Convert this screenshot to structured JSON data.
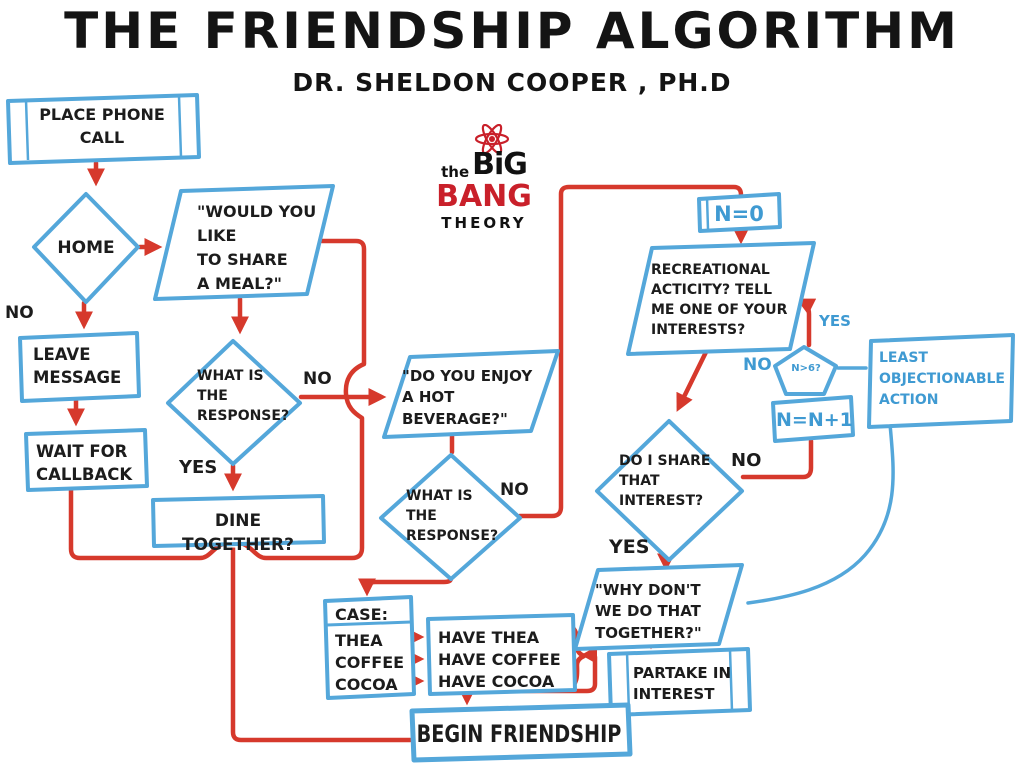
{
  "title": "THE FRIENDSHIP ALGORITHM",
  "subtitle": "DR. SHELDON COOPER , PH.D",
  "logo": {
    "the": "the",
    "big": "BiG",
    "bang": "BANG",
    "theory": "THEORY"
  },
  "colors": {
    "shape_blue": "#54a7da",
    "arrow_red": "#d6392c",
    "text_black": "#1c1c1c",
    "blue_text": "#3f9ad2",
    "logo_red": "#c9202a"
  },
  "nodes": {
    "place_phone_call": {
      "label": "PLACE PHONE\nCALL"
    },
    "home": {
      "label": "HOME"
    },
    "would_you_like": {
      "label": "\"WOULD YOU\nLIKE\nTO SHARE\nA MEAL?\""
    },
    "leave_message": {
      "label": "LEAVE\nMESSAGE"
    },
    "wait_for_callback": {
      "label": "WAIT FOR\nCALLBACK"
    },
    "response_1": {
      "label": "WHAT IS\nTHE\nRESPONSE?"
    },
    "dine_together": {
      "label": "DINE TOGETHER?"
    },
    "hot_beverage": {
      "label": "\"DO YOU ENJOY\nA HOT\nBEVERAGE?\""
    },
    "response_2": {
      "label": "WHAT IS\nTHE\nRESPONSE?"
    },
    "n_equals_0": {
      "label": "N=0"
    },
    "recreational": {
      "label": "RECREATIONAL\nACTICITY? TELL\nME ONE OF YOUR\nINTERESTS?"
    },
    "n_greater_6": {
      "label": "N>6?"
    },
    "n_increment": {
      "label": "N=N+1"
    },
    "least_objectionable": {
      "label": "LEAST\nOBJECTIONABLE\nACTION"
    },
    "share_interest": {
      "label": "DO I SHARE\nTHAT\nINTEREST?"
    },
    "why_dont_we": {
      "label": "\"WHY DON'T\nWE DO THAT\nTOGETHER?\""
    },
    "partake": {
      "label": "PARTAKE IN\nINTEREST"
    },
    "case_header": {
      "label": "CASE:"
    },
    "case_items": {
      "label": "THEA\nCOFFEE\nCOCOA"
    },
    "have_items": {
      "label": "HAVE THEA\nHAVE COFFEE\nHAVE COCOA"
    },
    "begin_friendship": {
      "label": "BEGIN FRIENDSHIP"
    }
  },
  "edge_labels": {
    "home_no": "NO",
    "response_1_no": "NO",
    "response_1_yes": "YES",
    "response_2_no": "NO",
    "share_no": "NO",
    "share_yes": "YES",
    "n6_yes": "YES",
    "n6_no": "NO"
  }
}
